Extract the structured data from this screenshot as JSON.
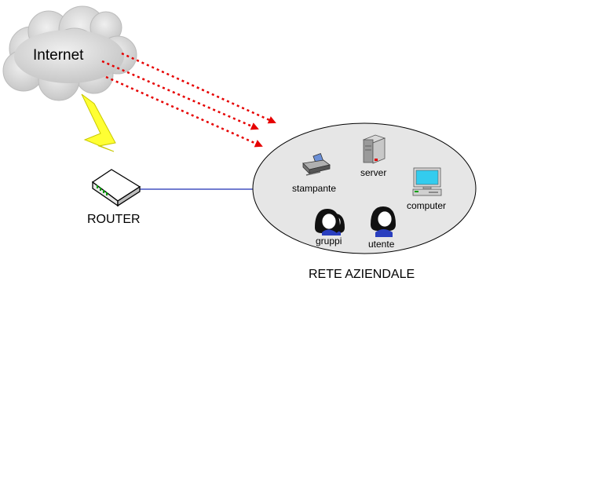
{
  "labels": {
    "internet": "Internet",
    "router": "ROUTER",
    "network": "RETE AZIENDALE",
    "printer": "stampante",
    "server": "server",
    "computer": "computer",
    "groups": "gruppi",
    "user": "utente"
  },
  "colors": {
    "background": "#ffffff",
    "cloud": "#d9d9d9",
    "network_ellipse": "#e6e6e6",
    "attack_arrows": "#e60000",
    "link_line": "#1f2fb5",
    "lightning": "#ffff33",
    "monitor_screen": "#33ccee"
  },
  "icons": [
    "cloud-icon",
    "lightning-icon",
    "router-icon",
    "printer-icon",
    "server-icon",
    "computer-icon",
    "groups-icon",
    "user-icon"
  ]
}
